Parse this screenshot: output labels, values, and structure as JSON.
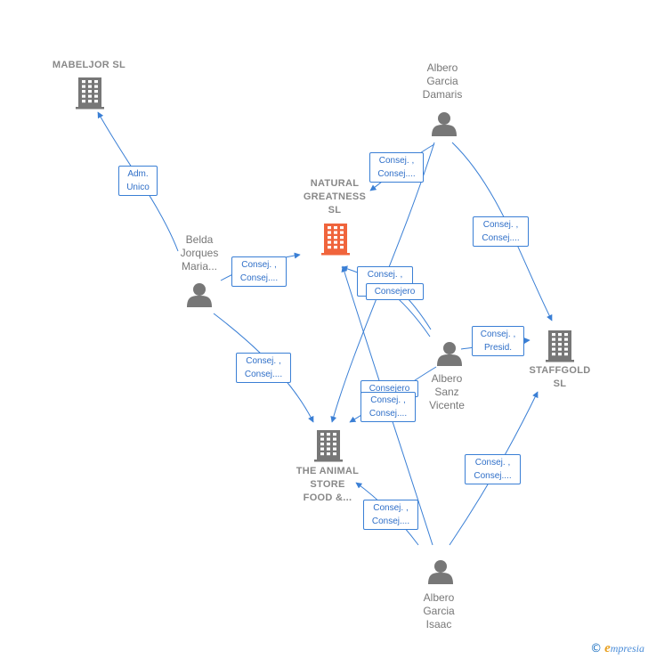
{
  "nodes": {
    "mabeljor": {
      "label": "MABELJOR  SL",
      "kind": "company",
      "color": "#777777"
    },
    "natural": {
      "label": "NATURAL\nGREATNESS\nSL",
      "kind": "company-focus",
      "color": "#f0643c"
    },
    "staffgold": {
      "label": "STAFFGOLD\nSL",
      "kind": "company",
      "color": "#777777"
    },
    "animal": {
      "label": "THE ANIMAL\nSTORE\nFOOD &...",
      "kind": "company",
      "color": "#777777"
    },
    "damaris": {
      "label": "Albero\nGarcia\nDamaris",
      "kind": "person",
      "color": "#777777"
    },
    "belda": {
      "label": "Belda\nJorques\nMaria...",
      "kind": "person",
      "color": "#777777"
    },
    "vicente": {
      "label": "Albero\nSanz\nVicente",
      "kind": "person",
      "color": "#777777"
    },
    "isaac": {
      "label": "Albero\nGarcia\nIsaac",
      "kind": "person",
      "color": "#777777"
    }
  },
  "edge_labels": {
    "belda_mabeljor": "Adm.\nUnico",
    "damaris_natural": "Consej. ,\nConsej....",
    "damaris_staffgold": "Consej. ,\nConsej....",
    "belda_natural": "Consej. ,\nConsej....",
    "vicente_natural_a": "Consej. ,\nConsej....",
    "vicente_natural_b": "Consejero",
    "vicente_staffgold": "Consej. ,\nPresid.",
    "belda_animal": "Consej. ,\nConsej....",
    "vicente_animal_a": "Consejero",
    "vicente_animal_b": "Consej. ,\nConsej....",
    "isaac_staffgold": "Consej. ,\nConsej....",
    "isaac_animal": "Consej. ,\nConsej...."
  },
  "colors": {
    "edge": "#3a7fd5",
    "icon": "#777777",
    "focus": "#f0643c"
  },
  "footer": {
    "copyright": "©",
    "brand_initial": "e",
    "brand_rest": "mpresia"
  }
}
